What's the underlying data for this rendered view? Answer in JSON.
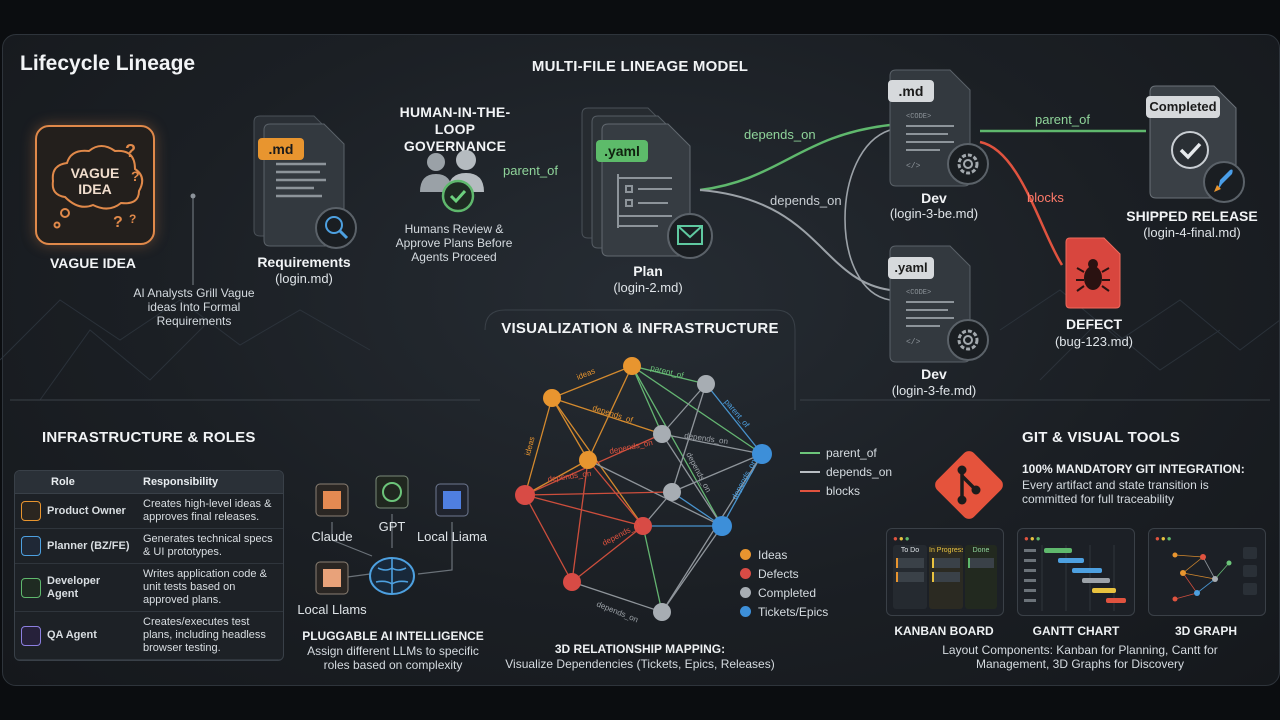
{
  "page": {
    "title": "Lifecycle Lineage",
    "model_title": "MULTI-FILE LINEAGE MODEL"
  },
  "vague_idea": {
    "bubble_text_1": "VAGUE",
    "bubble_text_2": "IDEA",
    "label": "VAGUE IDEA",
    "caption": "AI Analysts Grill Vague ideas Into Formal Requirements"
  },
  "requirements": {
    "badge": ".md",
    "label": "Requirements",
    "file": "(login.md)"
  },
  "governance": {
    "title_1": "HUMAN-IN-THE-",
    "title_2": "LOOP",
    "title_3": "GOVERNANCE",
    "caption": "Humans Review & Approve Plans Before Agents Proceed"
  },
  "plan": {
    "badge": ".yaml",
    "label": "Plan",
    "file": "(login-2.md)"
  },
  "dev_be": {
    "badge": ".md",
    "label": "Dev",
    "file": "(login-3-be.md)"
  },
  "dev_fe": {
    "badge": ".yaml",
    "label": "Dev",
    "file": "(login-3-fe.md)"
  },
  "shipped": {
    "badge": "Completed",
    "label": "SHIPPED RELEASE",
    "file": "(login-4-final.md)"
  },
  "defect": {
    "label": "DEFECT",
    "file": "(bug-123.md)"
  },
  "edges": {
    "parent_of": "parent_of",
    "depends_on": "depends_on",
    "blocks": "blocks"
  },
  "visualization": {
    "title": "VISUALIZATION & INFRASTRUCTURE",
    "caption_title": "3D RELATIONSHIP MAPPING:",
    "caption": "Visualize Dependencies (Tickets, Epics, Releases)",
    "graph_labels": [
      "ideas",
      "parent_of",
      "depends_on",
      "depends_of",
      "depends_on",
      "depends_on",
      "parent_of",
      "depends_on",
      "depends_on",
      "depends_of",
      "depends_on",
      "ideas"
    ],
    "edge_legend": [
      "parent_of",
      "depends_on",
      "blocks"
    ],
    "node_legend": [
      "Ideas",
      "Defects",
      "Completed",
      "Tickets/Epics"
    ],
    "colors": {
      "ideas": "#e8952f",
      "defects": "#d84b45",
      "completed": "#a7adb3",
      "tickets": "#3d8fd9",
      "parent_of": "#6cc57a",
      "depends_on": "#b9bec3",
      "blocks": "#e0533f"
    }
  },
  "infra": {
    "title": "INFRASTRUCTURE & ROLES",
    "columns": [
      "Role",
      "Responsibility"
    ],
    "rows": [
      {
        "role": "Product Owner",
        "resp": "Creates high-level ideas & approves final releases."
      },
      {
        "role": "Planner (BZ/FE)",
        "resp": "Generates technical specs & UI prototypes."
      },
      {
        "role": "Developer Agent",
        "resp": "Writes application code & unit tests based on approved plans."
      },
      {
        "role": "QA Agent",
        "resp": "Creates/executes test plans, including headless browser testing."
      }
    ]
  },
  "ai": {
    "models": [
      "Claude",
      "GPT",
      "Local Liama",
      "Local Llams"
    ],
    "title": "PLUGGABLE AI INTELLIGENCE",
    "caption": "Assign different LLMs to specific roles based on complexity"
  },
  "git": {
    "title": "GIT & VISUAL TOOLS",
    "integration_title": "100% MANDATORY GIT INTEGRATION:",
    "integration_text": "Every artifact and state transition is committed for full traceability",
    "kanban_cols": [
      "To Do",
      "In Progress",
      "Done"
    ],
    "tools": [
      "KANBAN BOARD",
      "GANTT CHART",
      "3D GRAPH"
    ],
    "caption": "Layout Components: Kanban for Planning, Cantt for Management, 3D Graphs for Discovery"
  }
}
